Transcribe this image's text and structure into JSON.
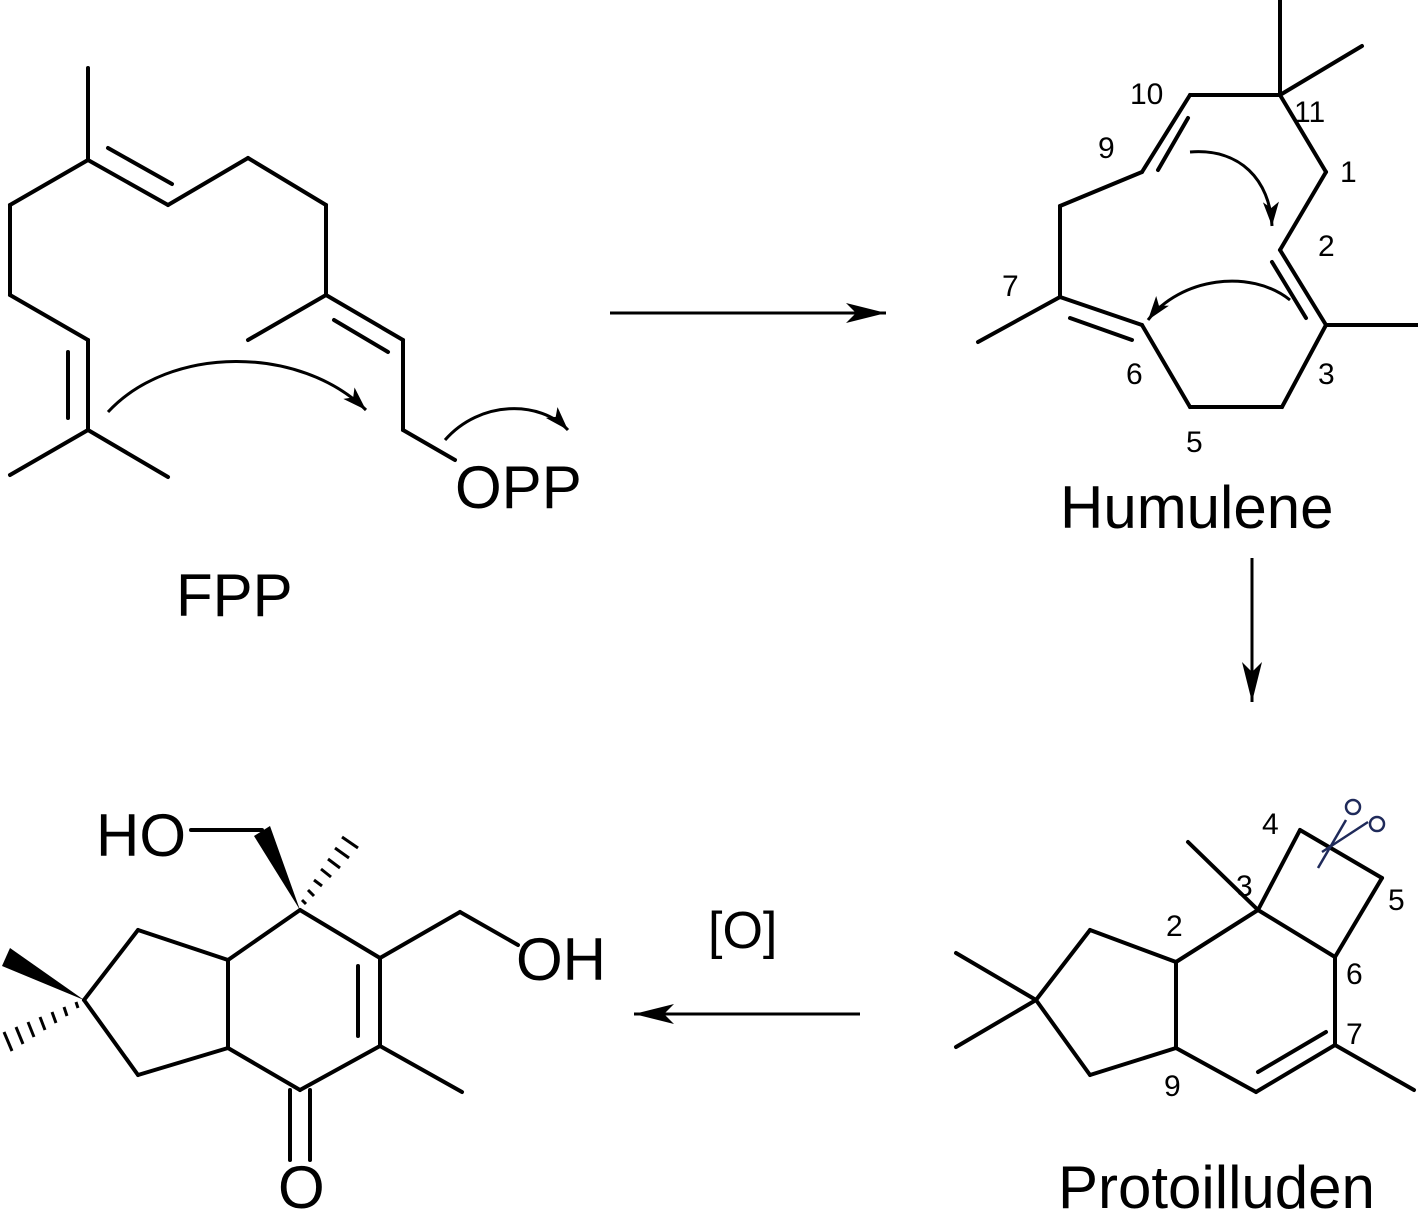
{
  "compounds": {
    "fpp": {
      "name": "FPP",
      "leaving_group": "OPP"
    },
    "humulene": {
      "name": "Humulene",
      "locants": [
        "10",
        "11",
        "9",
        "1",
        "2",
        "7",
        "6",
        "3",
        "5"
      ]
    },
    "protoilluden": {
      "name": "Protoilluden",
      "locants": [
        "4",
        "3",
        "5",
        "2",
        "6",
        "7",
        "9"
      ]
    },
    "product": {
      "hydroxyl_left": "HO",
      "hydroxyl_right": "OH",
      "carbonyl_oxygen": "O"
    }
  },
  "reactions": [
    {
      "from": "FPP",
      "to": "Humulene",
      "condition": ""
    },
    {
      "from": "Humulene",
      "to": "Protoilluden",
      "condition": ""
    },
    {
      "from": "Protoilluden",
      "to": "product",
      "condition": "[O]"
    }
  ],
  "colors": {
    "ink": "#000000",
    "cleavage_mark": "#1f2a5a"
  },
  "icons": {
    "cleavage_mark": "scissors-icon"
  }
}
